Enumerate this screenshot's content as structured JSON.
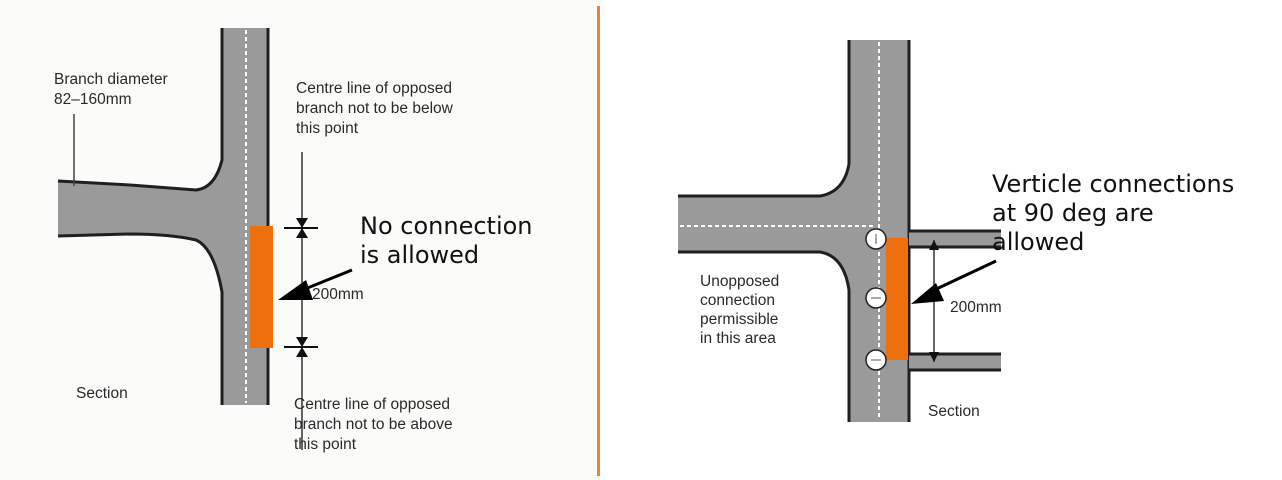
{
  "colors": {
    "pipe_fill": "#9a9a9a",
    "pipe_outline": "#1f1f1f",
    "center_dash": "#ffffff",
    "zone_fill": "#ee6f0e",
    "divider": "#e8833f",
    "arrow": "#000000"
  },
  "left": {
    "branch_diameter": "Branch diameter\n82–160mm",
    "centre_top": "Centre line of opposed\nbranch not to be below\nthis point",
    "no_connection": "No connection\nis allowed",
    "dimension": "200mm",
    "section": "Section",
    "centre_bottom": "Centre line of opposed\nbranch not to be above\nthis point"
  },
  "right": {
    "verticle": "Verticle connections\n at 90 deg are\nallowed",
    "unopposed": "Unopposed\nconnection\npermissible\nin this area",
    "dimension": "200mm",
    "section": "Section"
  }
}
